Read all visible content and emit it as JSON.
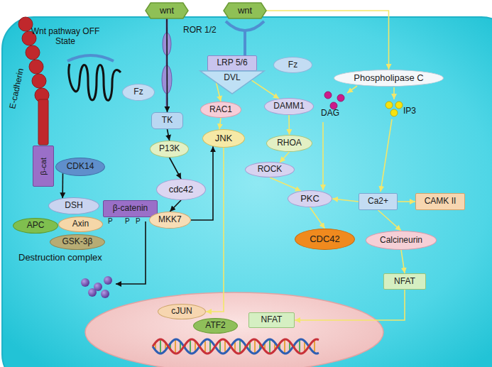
{
  "diagram": {
    "nodes": [
      {
        "text": [
          "wnt"
        ]
      },
      {
        "text": [
          "wnt"
        ]
      },
      {
        "text": [
          "LRP 5/6"
        ]
      },
      {
        "text": [
          "DVL"
        ]
      },
      {
        "text": [
          "Fz"
        ]
      },
      {
        "text": [
          "Phospholipase C"
        ]
      },
      {
        "text": [
          "Fz"
        ]
      },
      {
        "text": [
          "β-cat"
        ]
      },
      {
        "text": [
          "CDK14"
        ]
      },
      {
        "text": [
          "TK"
        ]
      },
      {
        "text": [
          "RAC1"
        ]
      },
      {
        "text": [
          "DAMM1"
        ]
      },
      {
        "text": [
          "P13K"
        ]
      },
      {
        "text": [
          "JNK"
        ]
      },
      {
        "text": [
          "RHOA"
        ]
      },
      {
        "text": [
          "ROCK"
        ]
      },
      {
        "text": [
          "cdc42"
        ]
      },
      {
        "text": [
          "PKC"
        ]
      },
      {
        "text": [
          "Ca2+"
        ]
      },
      {
        "text": [
          "CAMK II"
        ]
      },
      {
        "text": [
          "DSH"
        ]
      },
      {
        "text": [
          "β-catenin"
        ]
      },
      {
        "text": [
          "APC"
        ]
      },
      {
        "text": [
          "Axin"
        ]
      },
      {
        "text": [
          "GSK-3β"
        ]
      },
      {
        "text": [
          "MKK7"
        ]
      },
      {
        "text": [
          "CDC42"
        ]
      },
      {
        "text": [
          "Calcineurin"
        ]
      },
      {
        "text": [
          "NFAT"
        ]
      },
      {
        "text": [
          "cJUN"
        ]
      },
      {
        "text": [
          "ATF2"
        ]
      },
      {
        "text": [
          "NFAT"
        ]
      }
    ],
    "edges": [
      {
        "from": 0,
        "to": 9,
        "arrow": "to"
      },
      {
        "from": 9,
        "to": 12,
        "arrow": "to"
      },
      {
        "from": 12,
        "to": 16,
        "arrow": "to"
      },
      {
        "from": 16,
        "to": 25,
        "arrow": "to"
      },
      {
        "from": 25,
        "to": 13,
        "arrow": "to"
      },
      {
        "from": 8,
        "to": 20,
        "arrow": "to"
      },
      {
        "from": 3,
        "to": 10,
        "arrow": "to"
      },
      {
        "from": 10,
        "to": 13,
        "arrow": "to"
      },
      {
        "from": 13,
        "to": 29,
        "arrow": "to"
      },
      {
        "from": 3,
        "to": 11,
        "arrow": "to"
      },
      {
        "from": 11,
        "to": 14,
        "arrow": "to"
      },
      {
        "from": 14,
        "to": 15,
        "arrow": "to"
      },
      {
        "from": 15,
        "to": 17,
        "arrow": "to"
      },
      {
        "from": 1,
        "to": 5,
        "arrow": "to"
      },
      {
        "from": 18,
        "to": 17,
        "arrow": "to"
      },
      {
        "from": 18,
        "to": 19,
        "arrow": "to"
      },
      {
        "from": 18,
        "to": 27,
        "arrow": "to"
      },
      {
        "from": 17,
        "to": 26,
        "arrow": "to"
      },
      {
        "from": 27,
        "to": 28,
        "arrow": "to"
      },
      {
        "from": 28,
        "to": 31,
        "arrow": "to"
      }
    ],
    "labels": [
      "E-cadherin",
      "Wnt pathway OFF State",
      "ROR 1/2",
      "P",
      "P",
      "P",
      "Destruction complex",
      "DAG",
      "IP3"
    ]
  }
}
